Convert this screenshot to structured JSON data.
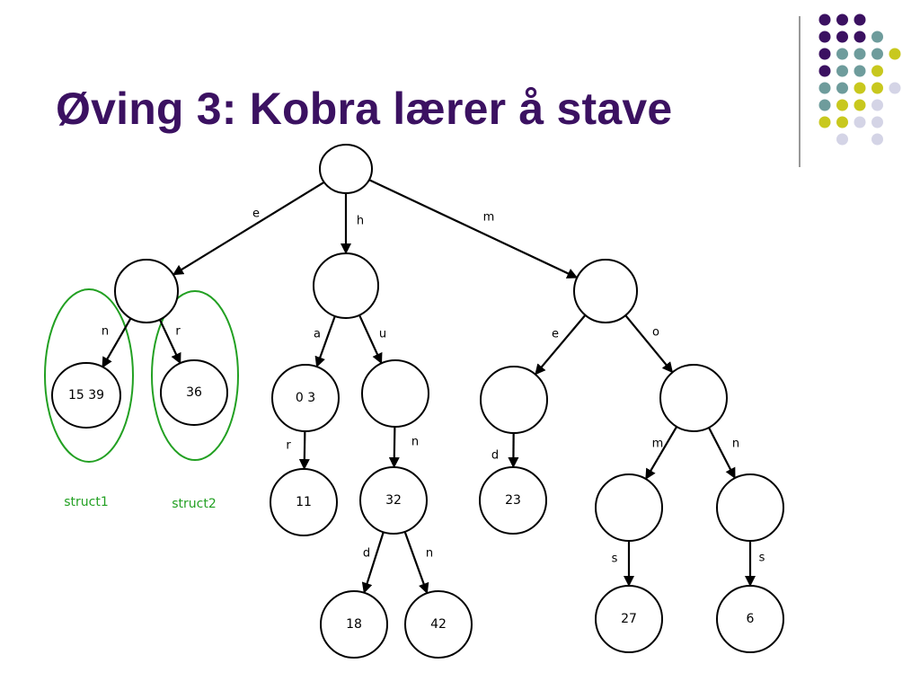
{
  "slide": {
    "title": "Øving 3: Kobra lærer å stave"
  },
  "colors": {
    "title": "#3b1161",
    "dot_purple": "#3b1161",
    "dot_teal": "#6e9c9c",
    "dot_yellow": "#c8c81e",
    "dot_lavender": "#d4d4e6",
    "group_outline": "#22a022"
  },
  "decoration": {
    "dots": [
      [
        "purple",
        "purple",
        "purple",
        null,
        null
      ],
      [
        "purple",
        "purple",
        "purple",
        "teal",
        null
      ],
      [
        "purple",
        "teal",
        "teal",
        "teal",
        "yellow"
      ],
      [
        "purple",
        "teal",
        "teal",
        "yellow",
        null
      ],
      [
        "teal",
        "teal",
        "yellow",
        "yellow",
        "lavender"
      ],
      [
        "teal",
        "yellow",
        "yellow",
        "lavender",
        null
      ],
      [
        "yellow",
        "yellow",
        "lavender",
        "lavender",
        null
      ],
      [
        null,
        "lavender",
        null,
        "lavender",
        null
      ]
    ]
  },
  "trie": {
    "nodes": [
      {
        "id": "root",
        "value": ""
      },
      {
        "id": "e",
        "value": ""
      },
      {
        "id": "h",
        "value": ""
      },
      {
        "id": "m",
        "value": ""
      },
      {
        "id": "en",
        "value": "15 39"
      },
      {
        "id": "er",
        "value": "36"
      },
      {
        "id": "ha",
        "value": "0 3"
      },
      {
        "id": "hu",
        "value": ""
      },
      {
        "id": "me",
        "value": ""
      },
      {
        "id": "mo",
        "value": ""
      },
      {
        "id": "har",
        "value": "11"
      },
      {
        "id": "hun",
        "value": "32"
      },
      {
        "id": "med",
        "value": "23"
      },
      {
        "id": "mom",
        "value": ""
      },
      {
        "id": "mon",
        "value": ""
      },
      {
        "id": "hund",
        "value": "18"
      },
      {
        "id": "hunn",
        "value": "42"
      },
      {
        "id": "moms",
        "value": "27"
      },
      {
        "id": "mons",
        "value": "6"
      }
    ],
    "edges": [
      {
        "from": "root",
        "to": "e",
        "label": "e"
      },
      {
        "from": "root",
        "to": "h",
        "label": "h"
      },
      {
        "from": "root",
        "to": "m",
        "label": "m"
      },
      {
        "from": "e",
        "to": "en",
        "label": "n"
      },
      {
        "from": "e",
        "to": "er",
        "label": "r"
      },
      {
        "from": "h",
        "to": "ha",
        "label": "a"
      },
      {
        "from": "h",
        "to": "hu",
        "label": "u"
      },
      {
        "from": "m",
        "to": "me",
        "label": "e"
      },
      {
        "from": "m",
        "to": "mo",
        "label": "o"
      },
      {
        "from": "ha",
        "to": "har",
        "label": "r"
      },
      {
        "from": "hu",
        "to": "hun",
        "label": "n"
      },
      {
        "from": "me",
        "to": "med",
        "label": "d"
      },
      {
        "from": "mo",
        "to": "mom",
        "label": "m"
      },
      {
        "from": "mo",
        "to": "mon",
        "label": "n"
      },
      {
        "from": "hun",
        "to": "hund",
        "label": "d"
      },
      {
        "from": "hun",
        "to": "hunn",
        "label": "n"
      },
      {
        "from": "mom",
        "to": "moms",
        "label": "s"
      },
      {
        "from": "mon",
        "to": "mons",
        "label": "s"
      }
    ],
    "groups": [
      {
        "id": "struct1",
        "label": "struct1",
        "node": "en"
      },
      {
        "id": "struct2",
        "label": "struct2",
        "node": "er"
      }
    ]
  }
}
